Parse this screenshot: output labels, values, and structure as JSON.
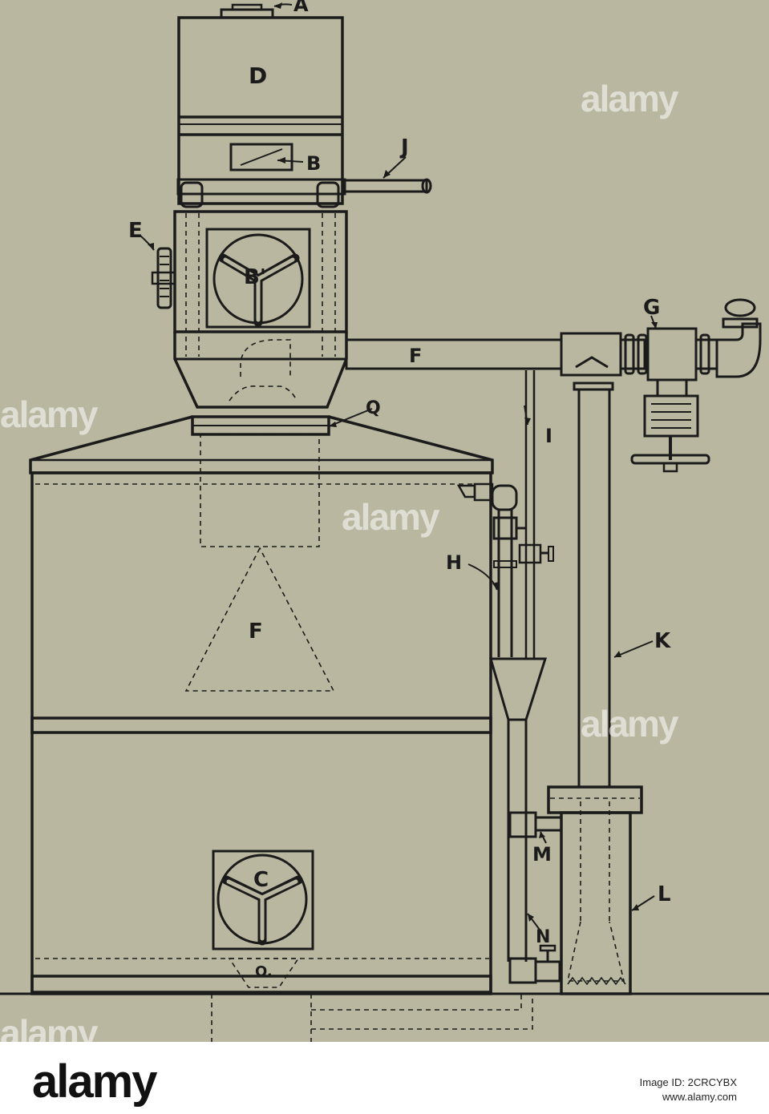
{
  "labels": {
    "A": "A",
    "B": "B",
    "B_prime": "B'",
    "C": "C",
    "D": "D",
    "E": "E",
    "F_pipe": "F",
    "F_cone": "F",
    "G": "G",
    "H": "H",
    "I": "I",
    "J": "J",
    "K": "K",
    "L": "L",
    "M": "M",
    "N": "N",
    "O": "O.",
    "Q": "Q"
  },
  "watermark": {
    "text": "alamy"
  },
  "footer": {
    "brand": "alamy",
    "image_id": "Image ID: 2CRCYBX",
    "site": "www.alamy.com"
  },
  "colors": {
    "paper": "#b9b79f",
    "ink": "#1b1b1b",
    "footer": "#ffffff"
  }
}
